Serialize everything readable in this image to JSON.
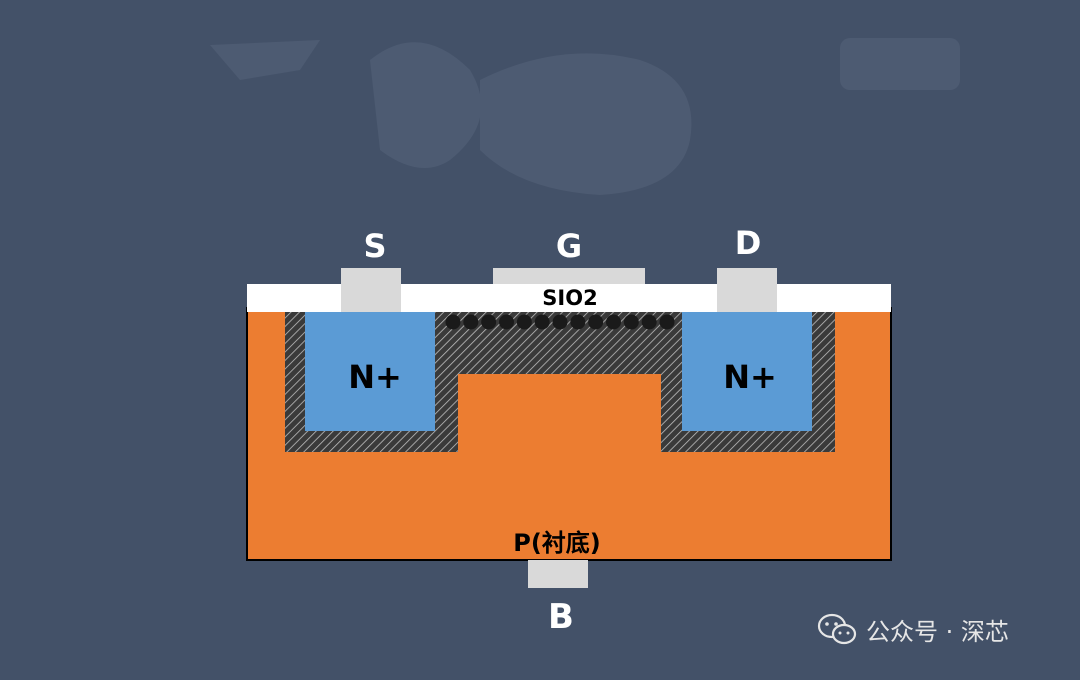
{
  "diagram": {
    "terminals": {
      "source": "S",
      "gate": "G",
      "drain": "D",
      "body": "B"
    },
    "layers": {
      "oxide": "SIO2",
      "source_region": "N+",
      "drain_region": "N+",
      "substrate": "P(衬底)"
    },
    "channel_electrons": 13
  },
  "watermark": {
    "text": "公众号 · 深芯",
    "icon": "wechat-icon"
  },
  "colors": {
    "background": "#435168",
    "substrate": "#ec7d31",
    "oxide": "#ffffff",
    "contact": "#d9d9d9",
    "n_plus": "#5b9bd5",
    "depletion_base": "#3a3a3a",
    "electron": "#1a1a1a",
    "label_light": "#ffffff",
    "label_dark": "#000000"
  }
}
